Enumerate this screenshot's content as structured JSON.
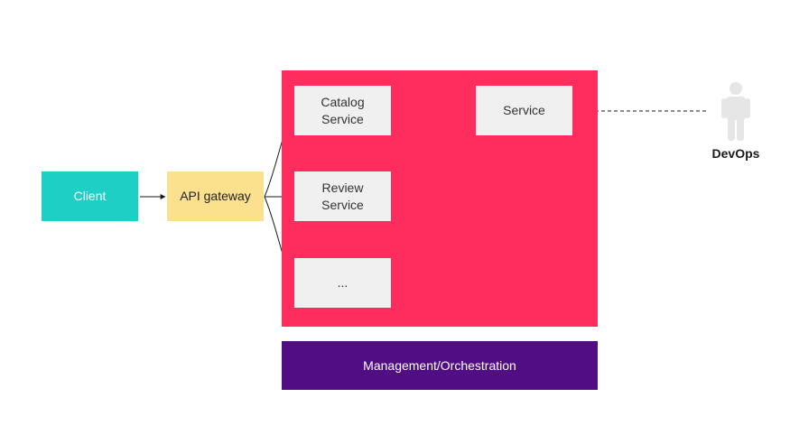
{
  "nodes": {
    "client": "Client",
    "gateway": "API gateway",
    "catalog": "Catalog\nService",
    "review": "Review\nService",
    "more": "...",
    "service": "Service",
    "management": "Management/Orchestration"
  },
  "actor": {
    "label": "DevOps",
    "icon": "person-icon"
  },
  "colors": {
    "client": "#1dcfc5",
    "gateway": "#fbe08e",
    "cluster": "#ff2d5e",
    "service_box": "#f0f0f0",
    "management": "#510d83",
    "person": "#e6e6e6"
  }
}
